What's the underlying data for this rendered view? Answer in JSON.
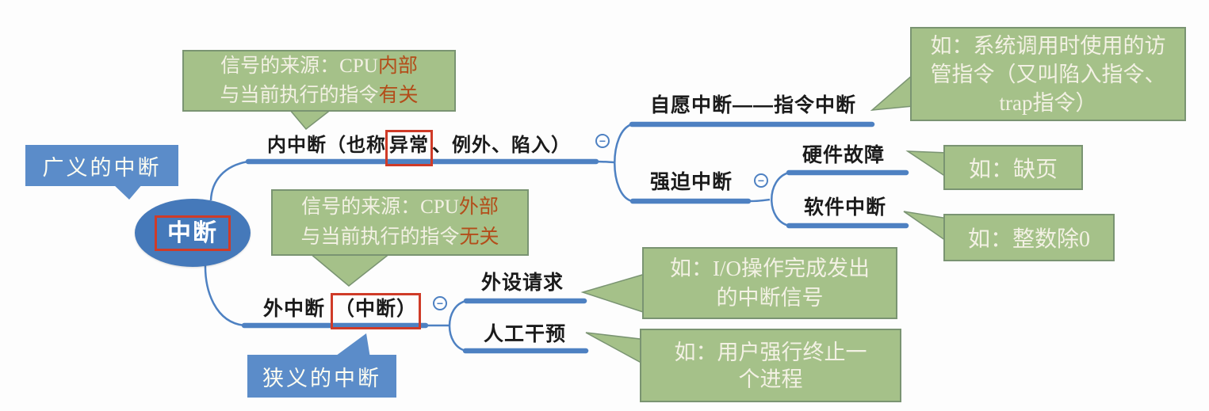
{
  "colors": {
    "line_blue": "#4e81c2",
    "root_node_blue": "#4579ba",
    "callout_blue": "#5b8cc9",
    "green_fill": "#a5c189",
    "green_border": "#7a9472",
    "red_accent_text": "#b34d1a",
    "red_highlight_box": "#cf3b28",
    "label_black": "#1b1b1b"
  },
  "icons": {
    "collapse_minus": "−"
  },
  "root": {
    "label": "中断"
  },
  "blue_callouts": {
    "broad": "广义的中断",
    "narrow": "狭义的中断"
  },
  "branches": {
    "internal": {
      "prefix": "内中断（也称",
      "highlighted": "异常",
      "suffix": "、例外、陷入）"
    },
    "external": {
      "prefix": "外中断",
      "highlighted": "（中断）",
      "suffix": ""
    },
    "voluntary": "自愿中断——指令中断",
    "forced": "强迫中断",
    "hardware_fault": "硬件故障",
    "software_interrupt": "软件中断",
    "peripheral_request": "外设请求",
    "manual_intervention": "人工干预"
  },
  "green_callouts": {
    "internal_source": {
      "l1_white": "信号的来源：CPU",
      "l1_red": "内部",
      "l2_white": "与当前执行的指令",
      "l2_red": "有关"
    },
    "external_source": {
      "l1_white": "信号的来源：CPU",
      "l1_red": "外部",
      "l2_white": "与当前执行的指令",
      "l2_red": "无关"
    },
    "trap_example": {
      "l1": "如：系统调用时使用的访",
      "l2": "管指令（又叫陷入指令、",
      "l3": "trap指令）"
    },
    "page_fault_example": "如：缺页",
    "divide_zero_example": "如：整数除0",
    "io_example": {
      "l1": "如：I/O操作完成发出",
      "l2": "的中断信号"
    },
    "kill_process_example": {
      "l1": "如：用户强行终止一",
      "l2": "个进程"
    }
  }
}
